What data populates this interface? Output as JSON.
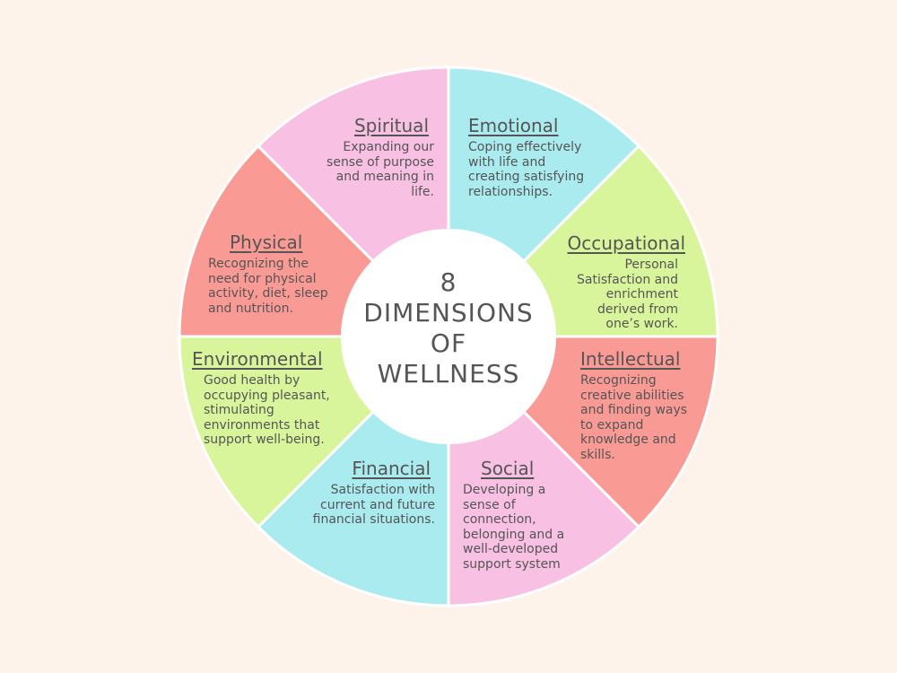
{
  "center_title": [
    "8",
    "DIMENSIONS",
    "OF",
    "WELLNESS"
  ],
  "colors": {
    "background": "#fdf3ea",
    "pink": "#f8c1e3",
    "cyan": "#a9ebee",
    "green": "#d9f59c",
    "salmon": "#fa9a95",
    "inner": "#ffffff"
  },
  "segments": [
    {
      "title": "Emotional",
      "desc": "Coping effectively with life and creating satisfying relationships.",
      "color": "#a9ebee"
    },
    {
      "title": "Occupational",
      "desc": "Personal Satisfaction and enrichment derived from one’s work.",
      "color": "#d9f59c"
    },
    {
      "title": "Intellectual",
      "desc": "Recognizing creative abilities and finding ways to expand knowledge and skills.",
      "color": "#fa9a95"
    },
    {
      "title": "Social",
      "desc": "Developing a sense of connection, belonging and a well-developed support system",
      "color": "#f8c1e3"
    },
    {
      "title": "Financial",
      "desc": "Satisfaction with current and future financial situations.",
      "color": "#a9ebee"
    },
    {
      "title": "Environmental",
      "desc": "Good health by occupying pleasant, stimulating environments that support well-being.",
      "color": "#d9f59c"
    },
    {
      "title": "Physical",
      "desc": "Recognizing the need for physical activity, diet, sleep and nutrition.",
      "color": "#fa9a95"
    },
    {
      "title": "Spiritual",
      "desc": "Expanding our sense of purpose and meaning in life.",
      "color": "#f8c1e3"
    }
  ]
}
